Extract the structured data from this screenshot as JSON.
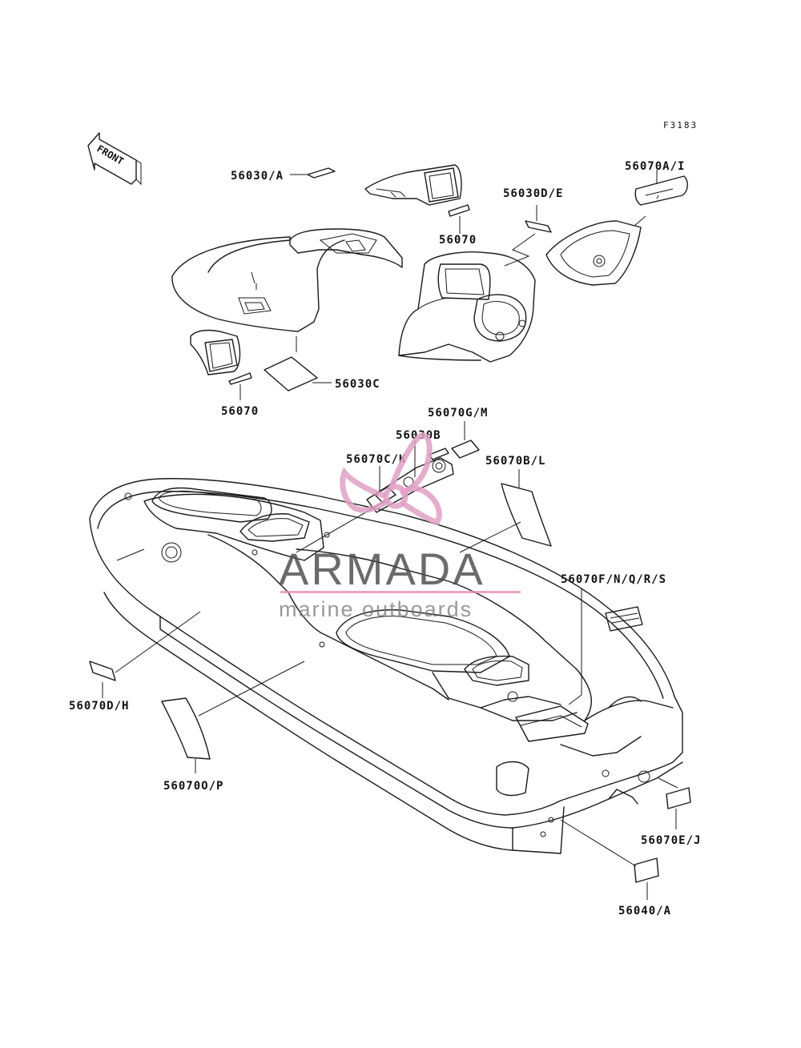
{
  "figure_ref": "F3183",
  "front_label": "FRONT",
  "watermark": {
    "brand": "ARMADA",
    "tagline": "marine outboards",
    "colors": {
      "logo": "#e0a0c4",
      "rule": "#e68cb8",
      "text": "#4a4a4a"
    }
  },
  "callouts": {
    "c1": "56030/A",
    "c2": "56070",
    "c3": "56030D/E",
    "c4": "56070A/I",
    "c5": "56070",
    "c6": "56030C",
    "c7": "56070G/M",
    "c8": "56030B",
    "c9": "56070C/K",
    "c10": "56070B/L",
    "c11": "56070F/N/Q/R/S",
    "c12": "56070D/H",
    "c13": "56070O/P",
    "c14": "56070E/J",
    "c15": "56040/A"
  }
}
